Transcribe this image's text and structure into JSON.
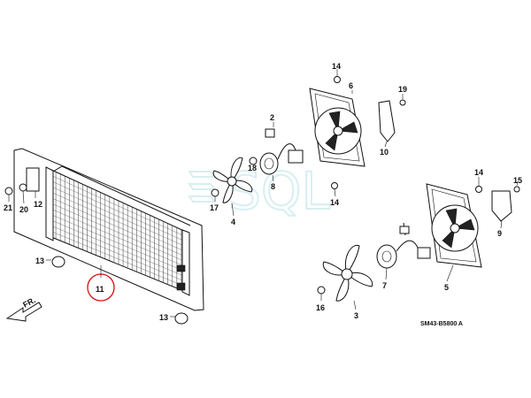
{
  "callouts": [
    {
      "id": "p2",
      "text": "2"
    },
    {
      "id": "p3",
      "text": "3"
    },
    {
      "id": "p4",
      "text": "4"
    },
    {
      "id": "p5",
      "text": "5"
    },
    {
      "id": "p6",
      "text": "6"
    },
    {
      "id": "p7",
      "text": "7"
    },
    {
      "id": "p8",
      "text": "8"
    },
    {
      "id": "p9",
      "text": "9"
    },
    {
      "id": "p10",
      "text": "10"
    },
    {
      "id": "p11",
      "text": "11"
    },
    {
      "id": "p12",
      "text": "12"
    },
    {
      "id": "p13a",
      "text": "13"
    },
    {
      "id": "p13b",
      "text": "13"
    },
    {
      "id": "p14a",
      "text": "14"
    },
    {
      "id": "p14b",
      "text": "14"
    },
    {
      "id": "p14c",
      "text": "14"
    },
    {
      "id": "p15",
      "text": "15"
    },
    {
      "id": "p16",
      "text": "16"
    },
    {
      "id": "p17",
      "text": "17"
    },
    {
      "id": "p18",
      "text": "18"
    },
    {
      "id": "p19",
      "text": "19"
    },
    {
      "id": "p20",
      "text": "20"
    },
    {
      "id": "p21",
      "text": "21"
    }
  ],
  "direction_label": "FR.",
  "diagram_code": "SM43-B5800 A",
  "watermark": "SQL",
  "highlight_color": "#d01010",
  "highlighted_part": "11"
}
